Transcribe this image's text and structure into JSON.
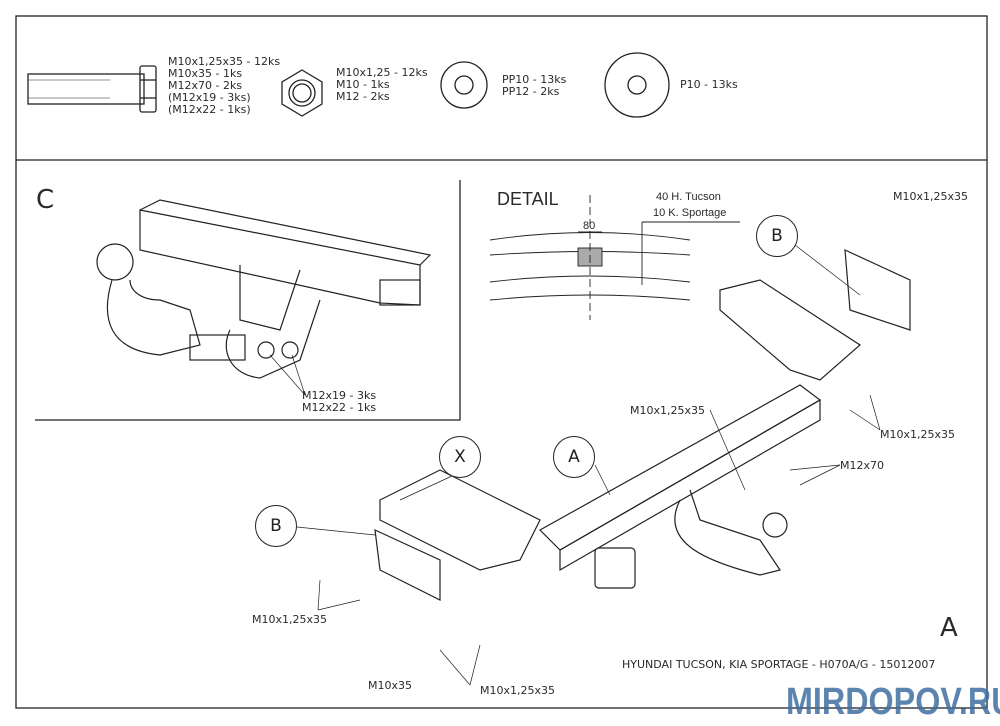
{
  "hardware": {
    "bolt": {
      "icon": "bolt-icon",
      "lines": [
        "M10x1,25x35 - 12ks",
        "M10x35 - 1ks",
        "M12x70 - 2ks",
        "(M12x19 - 3ks)",
        "(M12x22 - 1ks)"
      ]
    },
    "nut": {
      "icon": "nut-icon",
      "lines": [
        "M10x1,25 - 12ks",
        "M10 - 1ks",
        "M12 - 2ks"
      ]
    },
    "washer_pp": {
      "icon": "washer-icon",
      "lines": [
        "PP10 - 13ks",
        "PP12 - 2ks"
      ]
    },
    "washer_p": {
      "icon": "large-washer-icon",
      "lines": [
        "P10 - 13ks"
      ]
    }
  },
  "detail_c": {
    "letter": "C",
    "lines": [
      "M12x19 - 3ks",
      "M12x22 - 1ks"
    ]
  },
  "detail": {
    "title": "DETAIL",
    "dimension": "80",
    "note1": "40 H. Tucson",
    "note2": "10 K. Sportage"
  },
  "callouts": {
    "b_top": "B",
    "b_left": "B",
    "x": "X",
    "a": "A",
    "view_letter": "A"
  },
  "labels": {
    "top_right": "M10x1,25x35",
    "middle": "M10x1,25x35",
    "right": "M10x1,25x35",
    "m12x70": "M12x70",
    "left": "M10x1,25x35",
    "m10x35": "M10x35",
    "bottom": "M10x1,25x35"
  },
  "footer": {
    "title": "HYUNDAI TUCSON, KIA SPORTAGE - H070A/G - 15012007",
    "watermark": "MIRDOPOV.RU"
  }
}
